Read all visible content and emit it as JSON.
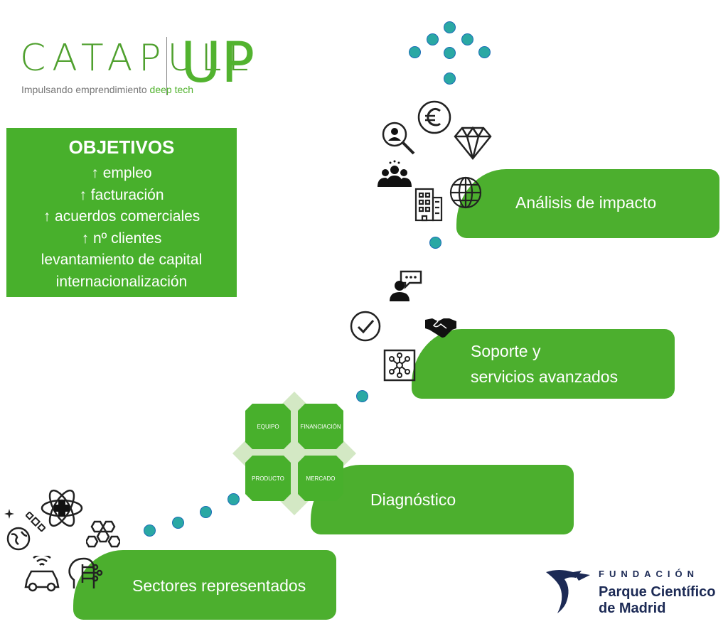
{
  "logo": {
    "brand": "CATAPULL",
    "up": "UP",
    "tagline_main": "Impulsando emprendimiento ",
    "tagline_accent": "deep tech"
  },
  "objectives": {
    "title": "OBJETIVOS",
    "items": [
      "↑ empleo",
      "↑ facturación",
      "↑ acuerdos comerciales",
      "↑ nº clientes",
      "levantamiento de capital",
      "internacionalización"
    ]
  },
  "steps": [
    "Sectores representados",
    "Diagnóstico",
    "Soporte y",
    "servicios avanzados",
    "Análisis de impacto"
  ],
  "matrix": [
    "EQUIPO",
    "FINANCIACIÓN",
    "PRODUCTO",
    "MERCADO"
  ],
  "footer": {
    "fundacion": "FUNDACIÓN",
    "line1": "Parque Científico",
    "line2": "de Madrid"
  },
  "colors": {
    "green": "#4caf2e",
    "dot": "#2aa8a4",
    "navy": "#1c2a55"
  },
  "icons": [
    "sparkle-icon",
    "satellite-icon",
    "globe-icon",
    "atom-medical-icon",
    "molecule-icon",
    "connected-car-icon",
    "ai-head-icon",
    "checkmark-icon",
    "network-icon",
    "chat-person-icon",
    "handshake-icon",
    "search-person-icon",
    "euro-icon",
    "diamond-icon",
    "team-icon",
    "building-icon",
    "world-icon"
  ]
}
